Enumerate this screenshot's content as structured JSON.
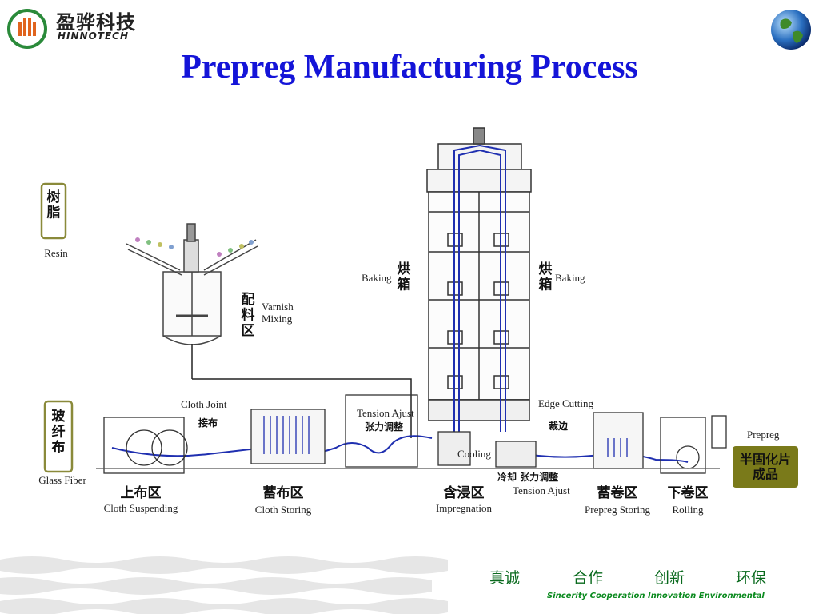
{
  "header": {
    "logo_cn": "盈骅科技",
    "logo_en": "HINNOTECH",
    "title": "Prepreg Manufacturing Process"
  },
  "diagram": {
    "resin_cn": "树\n脂",
    "resin_en": "Resin",
    "glass_cn": "玻\n纤\n布",
    "glass_en": "Glass Fiber",
    "varnish_cn": "配\n料\n区",
    "varnish_en": "Varnish\nMixing",
    "baking_left_en": "Baking",
    "baking_left_cn": "烘\n箱",
    "baking_right_cn": "烘\n箱",
    "baking_right_en": "Baking",
    "cloth_joint_en": "Cloth Joint",
    "cloth_joint_cn": "接布",
    "tension_en": "Tension Ajust",
    "tension_cn": "张力调整",
    "edge_en": "Edge Cutting",
    "edge_cn": "裁边",
    "prepreg_en": "Prepreg",
    "prepreg_cn": "半固化片\n成品",
    "cooling_en": "Cooling",
    "cooling_cn": "冷却 张力调整",
    "tension2_en": "Tension Ajust",
    "zones": [
      {
        "cn": "上布区",
        "en": "Cloth Suspending"
      },
      {
        "cn": "蓄布区",
        "en": "Cloth Storing"
      },
      {
        "cn": "含浸区",
        "en": "Impregnation"
      },
      {
        "cn": "蓄卷区",
        "en": "Prepreg Storing"
      },
      {
        "cn": "下卷区",
        "en": "Rolling"
      }
    ]
  },
  "footer": {
    "words_cn": [
      "真诚",
      "合作",
      "创新",
      "环保"
    ],
    "slogan_en": "Sincerity Cooperation Innovation Environmental"
  },
  "colors": {
    "title": "#1414d8",
    "footer": "#0a6a1e",
    "prepreg_box": "#7a7a1a",
    "line": "#1f2fb0"
  }
}
